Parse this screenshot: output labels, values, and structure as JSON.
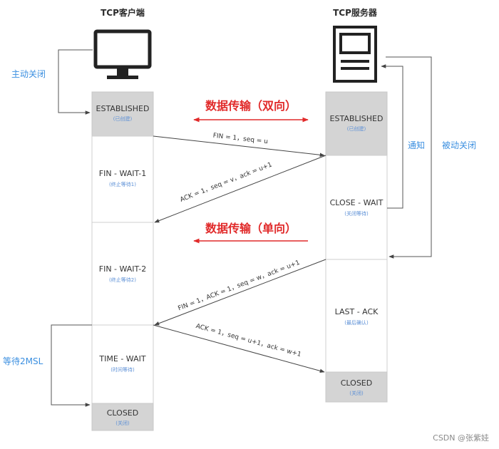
{
  "client": {
    "title": "TCP客户端",
    "icon": "monitor-icon"
  },
  "server": {
    "title": "TCP服务器",
    "icon": "document-icon"
  },
  "client_states": [
    {
      "label": "ESTABLISHED",
      "sub": "(已创建)"
    },
    {
      "label": "FIN - WAIT-1",
      "sub": "(终止等待1)"
    },
    {
      "label": "FIN - WAIT-2",
      "sub": "(终止等待2)"
    },
    {
      "label": "TIME - WAIT",
      "sub": "(时间等待)"
    },
    {
      "label": "CLOSED",
      "sub": "(关闭)"
    }
  ],
  "server_states": [
    {
      "label": "ESTABLISHED",
      "sub": "(已创建)"
    },
    {
      "label": "CLOSE - WAIT",
      "sub": "(关闭等待)"
    },
    {
      "label": "LAST - ACK",
      "sub": "(最后确认)"
    },
    {
      "label": "CLOSED",
      "sub": "(关闭)"
    }
  ],
  "messages": [
    "FIN = 1，seq = u",
    "ACK = 1，seq = v，ack = u+1",
    "FIN = 1，ACK = 1，seq = w，ack = u+1",
    "ACK = 1，seq = u+1，ack = w+1"
  ],
  "transfer_labels": {
    "bidirectional": "数据传输（双向）",
    "unidirectional": "数据传输（单向）"
  },
  "side_labels": {
    "active_close": "主动关闭",
    "notify": "通知",
    "passive_close": "被动关闭",
    "wait_2msl": "等待2MSL"
  },
  "watermark": "CSDN @张紫娃",
  "colors": {
    "red": "#e12a2a",
    "blue_text": "#3b8fe0",
    "grey_box": "#d4d4d4",
    "border": "#c8c8c8"
  }
}
